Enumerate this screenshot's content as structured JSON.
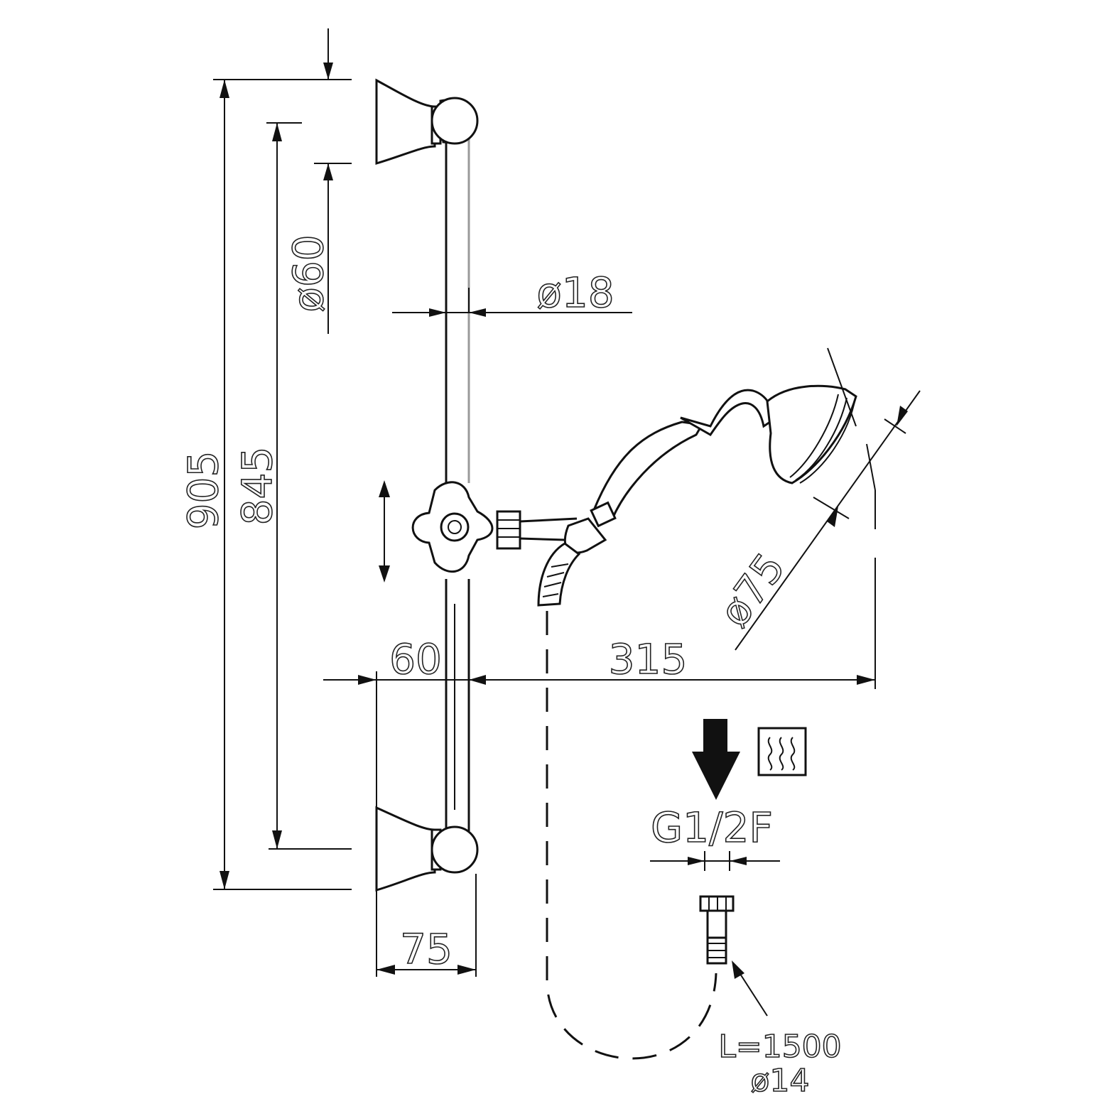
{
  "dimensions": {
    "total_height": "905",
    "bar_length": "845",
    "flange_diameter": "ø60",
    "bar_diameter": "ø18",
    "slider_offset": "60",
    "shower_reach": "315",
    "wall_projection": "75",
    "head_diameter": "ø75"
  },
  "connection": {
    "thread": "G1/2F",
    "hose_length": "L=1500",
    "hose_diameter": "ø14"
  },
  "icons": [
    "water-flow-arrow-icon",
    "hot-water-icon"
  ]
}
